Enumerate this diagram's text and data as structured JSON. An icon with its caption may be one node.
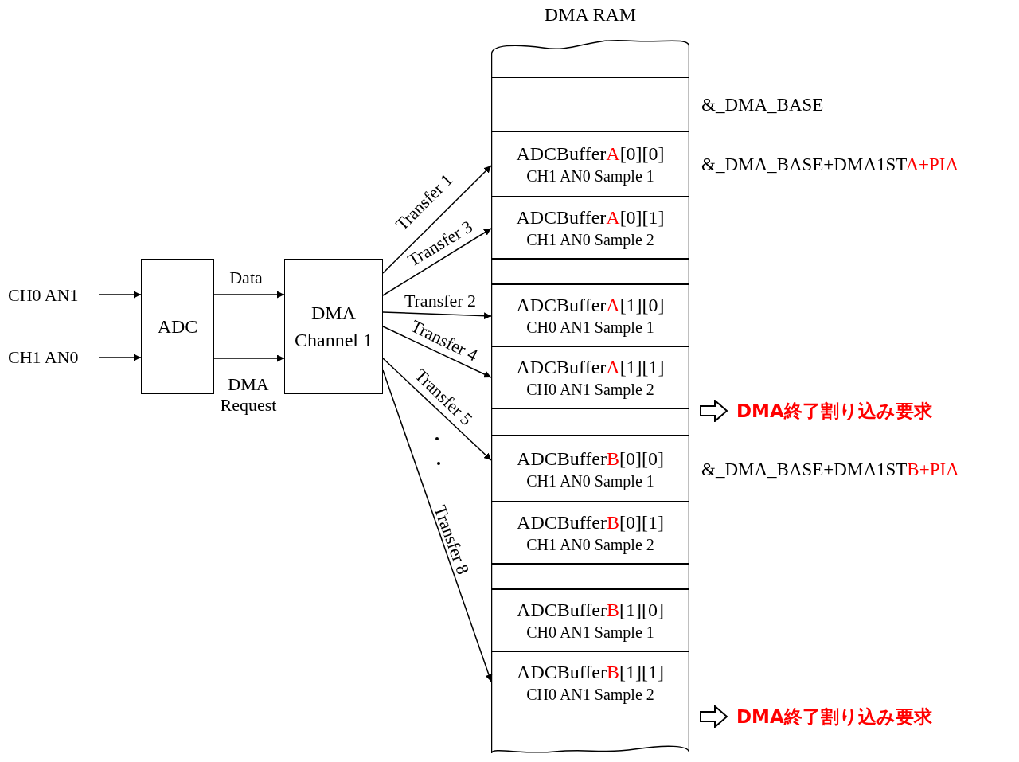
{
  "diagram": {
    "nodes": [
      {
        "text": [
          "CH0 AN1"
        ]
      },
      {
        "text": [
          "CH1 AN0"
        ]
      },
      {
        "text": [
          "ADC"
        ]
      },
      {
        "text": [
          "DMA Channel 1"
        ]
      },
      {
        "text": [
          "DMA RAM"
        ]
      },
      {
        "text": [],
        "shape": "box",
        "in": 4,
        "beside": [
          "&_DMA_BASE"
        ]
      },
      {
        "text": [
          "ADCBuffer**A**[0][0]",
          "CH1 AN0 Sample 1"
        ],
        "in": 4,
        "beside": [
          "&_DMA_BASE+DMA1ST**A+PIA**"
        ]
      },
      {
        "text": [
          "ADCBuffer**A**[0][1]",
          "CH1 AN0 Sample 2"
        ],
        "in": 4
      },
      {
        "text": [],
        "shape": "box",
        "in": 4
      },
      {
        "text": [
          "ADCBuffer**A**[1][0]",
          "CH0 AN1 Sample 1"
        ],
        "in": 4
      },
      {
        "text": [
          "ADCBuffer**A**[1][1]",
          "CH0 AN1 Sample 2"
        ],
        "in": 4
      },
      {
        "text": [],
        "shape": "box",
        "in": 4
      },
      {
        "text": [
          "ADCBuffer**B**[0][0]",
          "CH1 AN0 Sample 1"
        ],
        "in": 4,
        "beside": [
          "&_DMA_BASE+DMA1ST**B+PIA**"
        ]
      },
      {
        "text": [
          "ADCBuffer**B**[0][1]",
          "CH1 AN0 Sample 2"
        ],
        "in": 4
      },
      {
        "text": [],
        "shape": "box",
        "in": 4
      },
      {
        "text": [
          "ADCBuffer**B**[1][0]",
          "CH0 AN1 Sample 1"
        ],
        "in": 4
      },
      {
        "text": [
          "ADCBuffer**B**[1][1]",
          "CH0 AN1 Sample 2"
        ],
        "in": 4
      }
    ],
    "edges": [
      {
        "from": 0,
        "to": 2,
        "arrow": "to"
      },
      {
        "from": 1,
        "to": 2,
        "arrow": "to"
      },
      {
        "from": 2,
        "to": 3,
        "arrow": "to",
        "label": "Data"
      },
      {
        "from": 2,
        "to": 3,
        "arrow": "to",
        "label": "DMA Request"
      },
      {
        "from": 3,
        "to": 6,
        "arrow": "to",
        "label": "Transfer 1"
      },
      {
        "from": 3,
        "to": 7,
        "arrow": "to",
        "label": "Transfer 3"
      },
      {
        "from": 3,
        "to": 9,
        "arrow": "to",
        "label": "Transfer 2"
      },
      {
        "from": 3,
        "to": 10,
        "arrow": "to",
        "label": "Transfer 4"
      },
      {
        "from": 3,
        "to": 12,
        "arrow": "to",
        "label": "Transfer 5"
      },
      {
        "from": 3,
        "to": 16,
        "arrow": "to",
        "label": "Transfer 8"
      }
    ],
    "labels": [
      "DMA終了割り込み要求",
      "DMA終了割り込み要求"
    ]
  }
}
